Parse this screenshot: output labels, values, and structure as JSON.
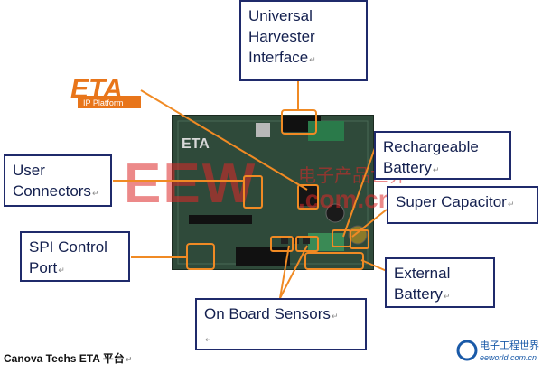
{
  "logo": {
    "brand": "ETA",
    "tagline": "IP Platform",
    "color": "#e8751a"
  },
  "board": {
    "silkscreen": "ETA",
    "pcb_color": "#2f4a3a"
  },
  "watermark": {
    "left": "EEW",
    "right": ".com.cn",
    "chinese": "电子产品世界",
    "color": "#dc2828"
  },
  "callouts": {
    "universal": {
      "lines": [
        "Universal",
        "Harvester",
        "Interface"
      ]
    },
    "rechargeable": {
      "lines": [
        "Rechargeable",
        "Battery"
      ]
    },
    "user_connectors": {
      "lines": [
        "User",
        "Connectors"
      ]
    },
    "super_capacitor": {
      "lines": [
        "Super Capacitor"
      ]
    },
    "spi": {
      "lines": [
        "SPI Control",
        "Port"
      ]
    },
    "external_battery": {
      "lines": [
        "External",
        "Battery"
      ]
    },
    "sensors": {
      "lines": [
        "On Board Sensors"
      ]
    }
  },
  "paragraph_mark": "↵",
  "caption": "Canova Techs ETA 平台",
  "corner_logo": {
    "cn": "电子工程世界",
    "url": "eeworld.com.cn"
  },
  "colors": {
    "accent": "#f08a24",
    "box_border": "#1f2a6b",
    "text": "#14204f"
  }
}
